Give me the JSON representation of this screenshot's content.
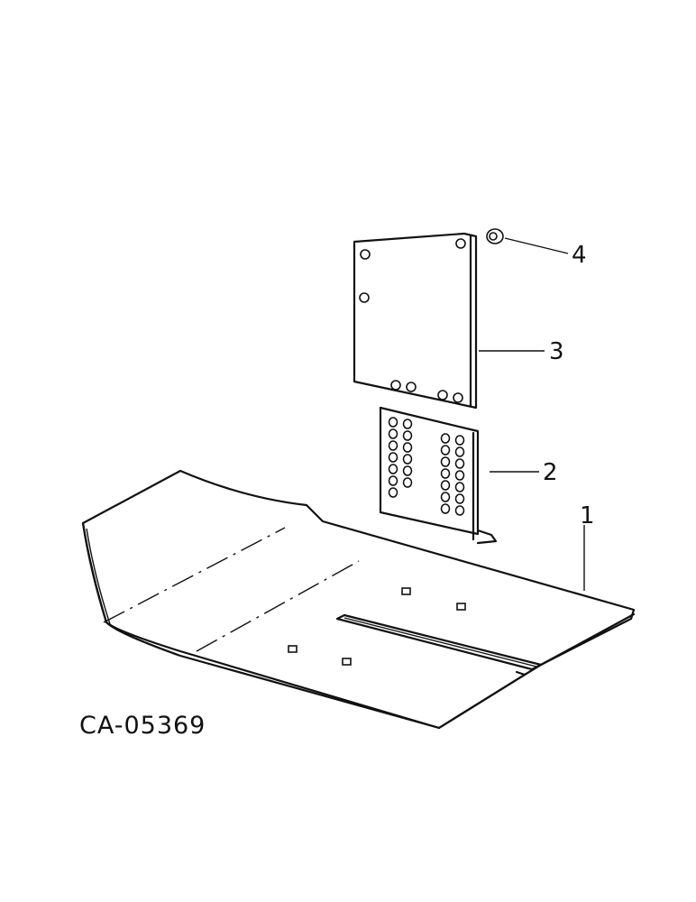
{
  "figure": {
    "id": "CA-05369"
  },
  "callouts": [
    {
      "number": "1",
      "part": "floor-mat"
    },
    {
      "number": "2",
      "part": "angle-bracket"
    },
    {
      "number": "3",
      "part": "mounting-plate"
    },
    {
      "number": "4",
      "part": "spacer"
    }
  ]
}
